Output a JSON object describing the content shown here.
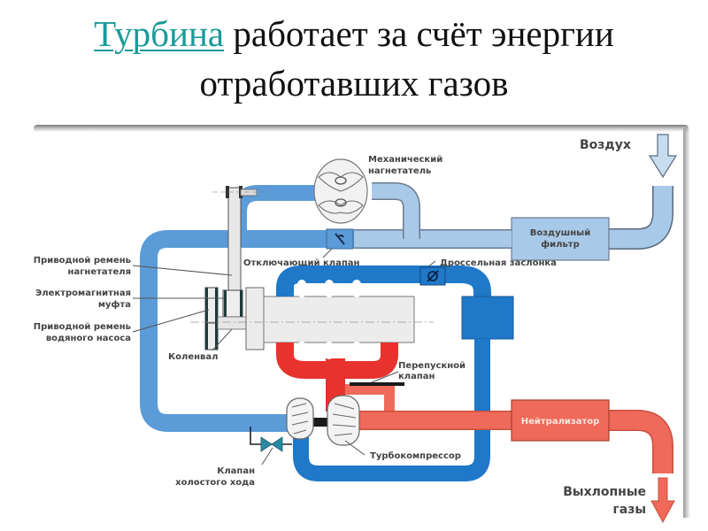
{
  "title": {
    "link_text": "Турбина",
    "rest_line1": " работает за счёт энергии",
    "line2": "отработавших газов"
  },
  "colors": {
    "link": "#1a9a9a",
    "intake_air_light": "#a9c9e8",
    "intake_air_mid": "#5b9bd8",
    "charge_air_dark": "#1f78c8",
    "exhaust_hot": "#e8322e",
    "exhaust_cool": "#ef6a5a",
    "engine_block": "#ececec"
  },
  "diagram": {
    "labels": {
      "air": "Воздух",
      "mechanical_supercharger_1": "Механический",
      "mechanical_supercharger_2": "нагнетатель",
      "air_filter_1": "Воздушный",
      "air_filter_2": "фильтр",
      "shutoff_valve": "Отключающий клапан",
      "throttle": "Дроссельная заслонка",
      "drive_belt_supercharger_1": "Приводной ремень",
      "drive_belt_supercharger_2": "нагнетателя",
      "em_clutch_1": "Электромагнитная",
      "em_clutch_2": "муфта",
      "drive_belt_pump_1": "Приводной ремень",
      "drive_belt_pump_2": "водяного насоса",
      "crankshaft": "Коленвал",
      "bypass_valve_1": "Перепускной",
      "bypass_valve_2": "клапан",
      "catalytic_converter": "Нейтрализатор",
      "turbocharger": "Турбокомпрессор",
      "idle_valve_1": "Клапан",
      "idle_valve_2": "холостого хода",
      "exhaust_1": "Выхлопные",
      "exhaust_2": "газы"
    }
  }
}
